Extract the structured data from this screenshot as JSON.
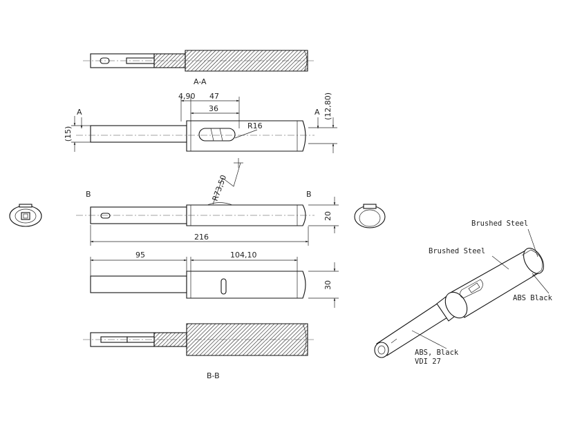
{
  "sections": {
    "aa": "A-A",
    "bb": "B-B",
    "a": "A",
    "b": "B"
  },
  "dimensions": {
    "d_4_90": "4,90",
    "d_47": "47",
    "d_36": "36",
    "d_r16": "R16",
    "d_12_80": "(12,80)",
    "d_15": "(15)",
    "d_r73_50": "R73,50",
    "d_20": "20",
    "d_216": "216",
    "d_95": "95",
    "d_104_10": "104,10",
    "d_30": "30"
  },
  "materials": {
    "brushed_steel_1": "Brushed Steel",
    "brushed_steel_2": "Brushed Steel",
    "abs_black": "ABS Black",
    "abs_black_vdi_1": "ABS, Black",
    "abs_black_vdi_2": "VDI 27"
  }
}
